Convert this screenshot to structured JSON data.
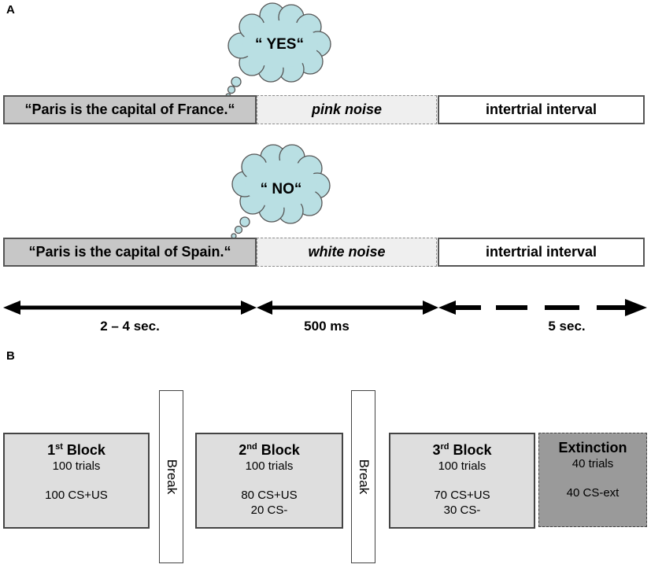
{
  "panel_a": {
    "label": "A",
    "trial_true": {
      "thought": "“ YES“",
      "sentence": "“Paris is the capital of France.“",
      "noise": "pink noise",
      "interval": "intertrial interval"
    },
    "trial_false": {
      "thought": "“ NO“",
      "sentence": "“Paris is the capital of Spain.“",
      "noise": "white noise",
      "interval": "intertrial interval"
    },
    "timeline": {
      "sentence_duration": "2 – 4 sec.",
      "noise_duration": "500 ms",
      "iti_duration": "5 sec."
    },
    "colors": {
      "cloud_fill": "#b9dfe3",
      "sentence_fill": "#c7c7c7",
      "noise_fill": "#efefef"
    }
  },
  "panel_b": {
    "label": "B",
    "break_label": "Break",
    "blocks": [
      {
        "ordinal": "1",
        "suffix": "st",
        "word": " Block",
        "trials": "100 trials",
        "lines": [
          "100 CS+US"
        ]
      },
      {
        "ordinal": "2",
        "suffix": "nd",
        "word": " Block",
        "trials": "100 trials",
        "lines": [
          "80 CS+US",
          "20 CS-"
        ]
      },
      {
        "ordinal": "3",
        "suffix": "rd",
        "word": " Block",
        "trials": "100 trials",
        "lines": [
          "70 CS+US",
          "30 CS-"
        ]
      }
    ],
    "extinction": {
      "title": "Extinction",
      "trials": "40 trials",
      "lines": [
        "40 CS-ext"
      ]
    }
  }
}
